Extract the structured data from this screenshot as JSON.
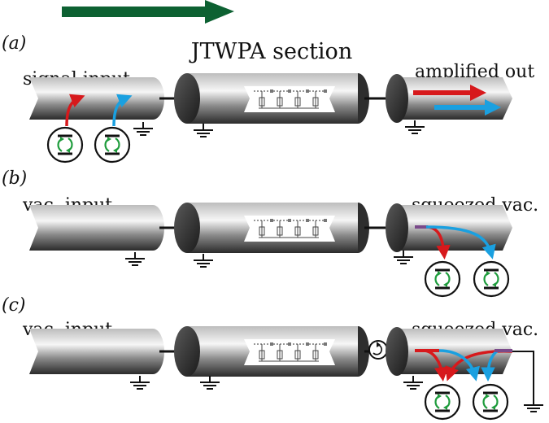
{
  "arrow_color": "#0d6132",
  "signal_color": "#d7191c",
  "idler_color": "#1aa0e0",
  "qubit_color": "#1e9c3c",
  "title": "JTWPA section",
  "panels": [
    {
      "tag": "(a)",
      "left_label": "signal input",
      "right_label": "amplified out"
    },
    {
      "tag": "(b)",
      "left_label": "vac. input",
      "right_label": "squeezed vac."
    },
    {
      "tag": "(c)",
      "left_label": "vac. input",
      "right_label": "squeezed vac."
    }
  ],
  "icons": [
    "circulator-icon",
    "ground-icon",
    "qubit-icon",
    "jj-ladder-icon"
  ]
}
